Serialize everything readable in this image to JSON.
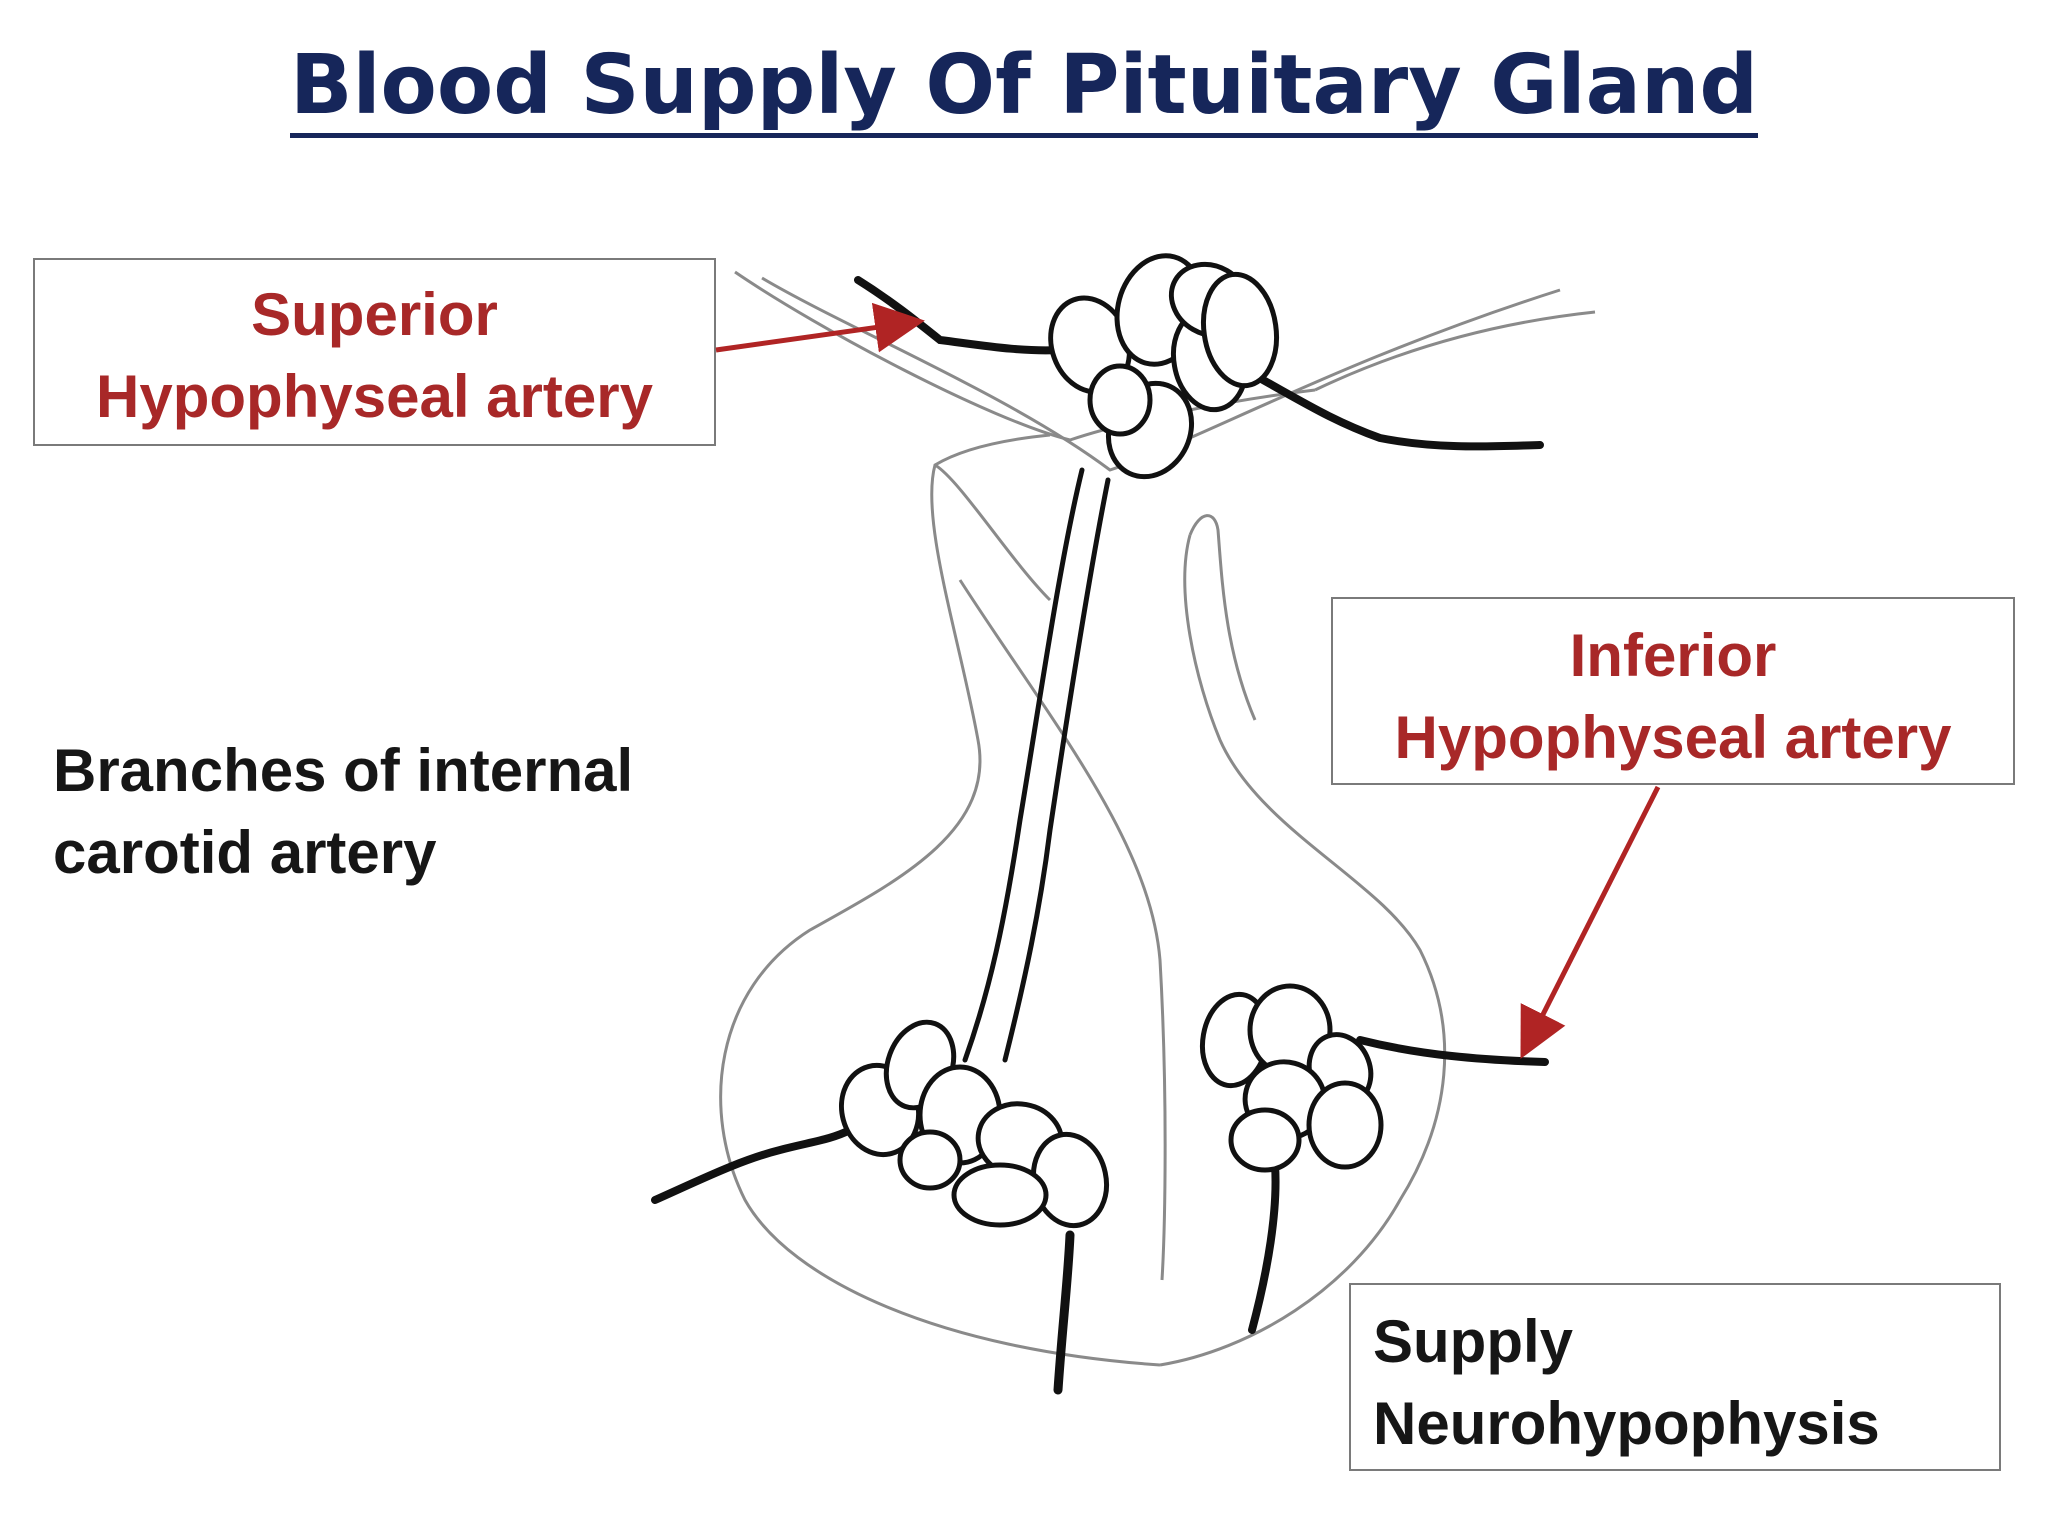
{
  "title": "Blood Supply Of Pituitary Gland",
  "labels": {
    "superior_line1": "Superior",
    "superior_line2": "Hypophyseal artery",
    "inferior_line1": "Inferior",
    "inferior_line2": "Hypophyseal artery",
    "branches_line1": "Branches of internal",
    "branches_line2": "carotid artery",
    "neuro_line1": "Supply",
    "neuro_line2": "Neurohypophysis"
  },
  "colors": {
    "title": "#16265a",
    "label_red": "#a82828",
    "label_black": "#161616",
    "arrow": "#b02424",
    "vessel": "#111111",
    "outline": "#8a8a8a"
  }
}
